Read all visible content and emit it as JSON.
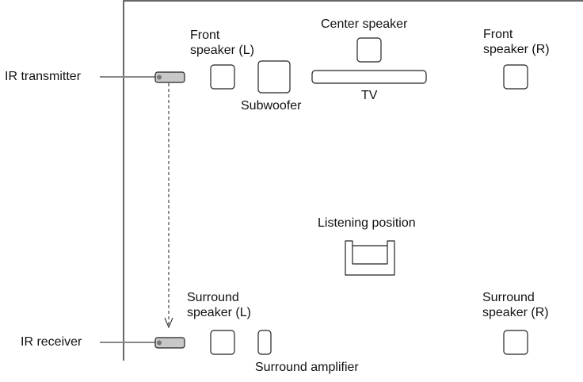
{
  "diagram": {
    "labels": {
      "ir_transmitter": "IR transmitter",
      "ir_receiver": "IR receiver",
      "front_left_line1": "Front",
      "front_left_line2": "speaker (L)",
      "center_speaker": "Center speaker",
      "front_right_line1": "Front",
      "front_right_line2": "speaker (R)",
      "subwoofer": "Subwoofer",
      "tv": "TV",
      "listening_position": "Listening position",
      "surround_left_line1": "Surround",
      "surround_left_line2": "speaker (L)",
      "surround_right_line1": "Surround",
      "surround_right_line2": "speaker (R)",
      "surround_amplifier": "Surround amplifier"
    },
    "colors": {
      "stroke": "#222222",
      "device_fill": "#c8c8c8",
      "leader_line": "#888888",
      "room_border": "#333333"
    }
  }
}
